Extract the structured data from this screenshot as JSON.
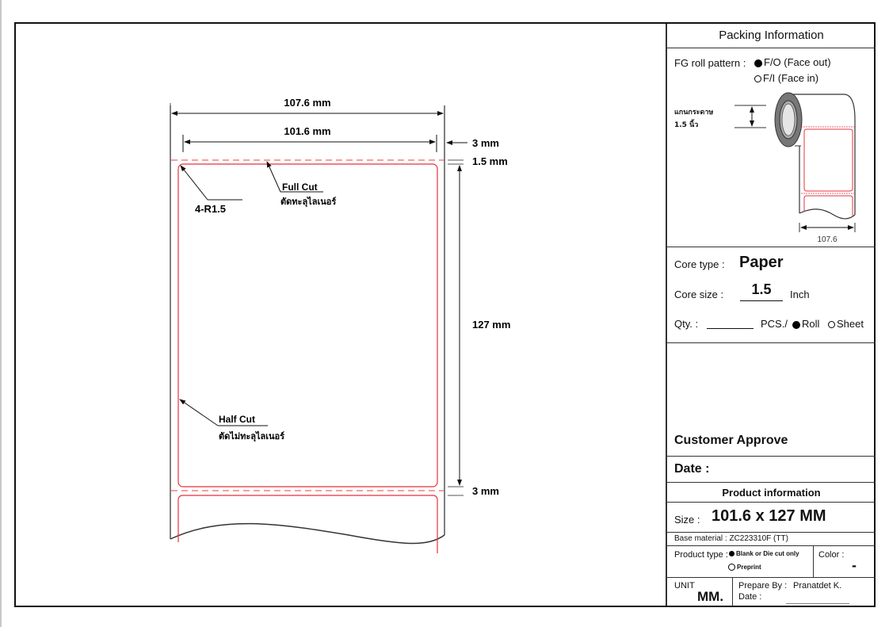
{
  "drawing": {
    "overall_width_label": "107.6 mm",
    "label_width_label": "101.6 mm",
    "side_margin_label": "3 mm",
    "top_margin_label": "1.5 mm",
    "label_height_label": "127 mm",
    "gap_label": "3 mm",
    "corner_radius_label": "4-R1.5",
    "full_cut_label": "Full Cut",
    "full_cut_thai": "ตัดทะลุไลเนอร์",
    "half_cut_label": "Half Cut",
    "half_cut_thai": "ตัดไม่ทะลุไลเนอร์",
    "colors": {
      "cut_line": "#e8323c",
      "dash_line": "#f08080",
      "outline": "#555555"
    }
  },
  "packing": {
    "title": "Packing Information",
    "roll_pattern_label": "FG roll pattern :",
    "option_face_out": "F/O (Face out)",
    "option_face_in": "F/I (Face in)",
    "selected_pattern": "F/O (Face out)",
    "core_thai_line1": "แกนกระดาษ",
    "core_thai_line2": "1.5 นิ้ว",
    "roll_width_label": "107.6"
  },
  "core": {
    "type_label": "Core type :",
    "type_value": "Paper",
    "size_label": "Core size :",
    "size_value": "1.5",
    "size_unit": "Inch",
    "qty_label": "Qty. :",
    "qty_value": "",
    "pcs_label": "PCS./",
    "option_roll": "Roll",
    "option_sheet": "Sheet",
    "selected_unit": "Roll"
  },
  "approve": {
    "title": "Customer Approve",
    "date_label": "Date :"
  },
  "product": {
    "title": "Product information",
    "size_label": "Size :",
    "size_value": "101.6 x 127 MM",
    "base_material": "Base material : ZC223310F (TT)",
    "type_label": "Product type :",
    "type_option_blank": "Blank or Die cut only",
    "type_option_preprint": "Preprint",
    "selected_type": "Blank or Die cut only",
    "color_label": "Color :",
    "color_value": "-",
    "unit_label": "UNIT",
    "unit_value": "MM.",
    "prepare_label": "Prepare By :",
    "prepare_value": "Pranatdet K.",
    "date_label": "Date :"
  }
}
